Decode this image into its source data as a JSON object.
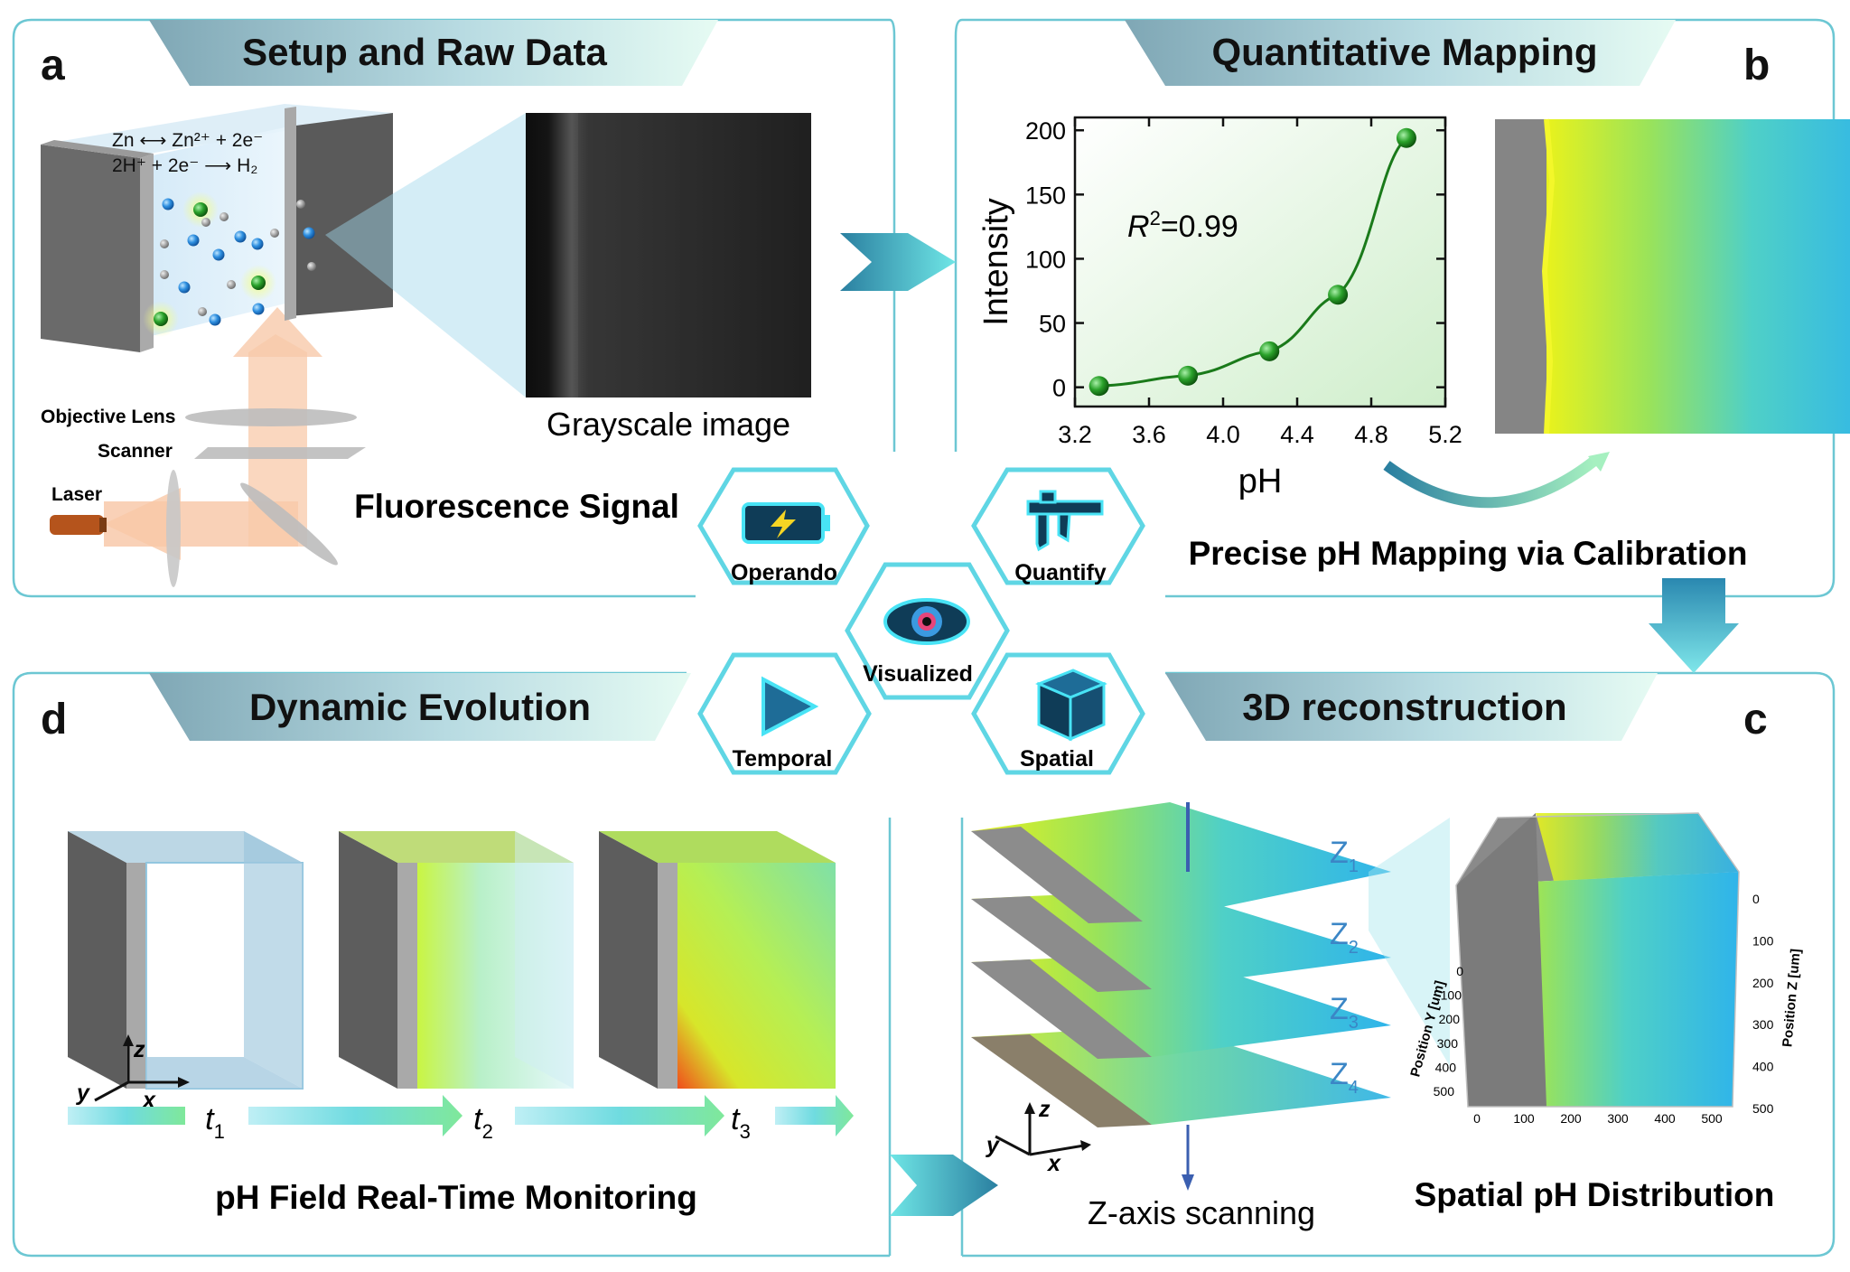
{
  "panels": {
    "a": {
      "letter": "a",
      "title": "Setup and Raw Data",
      "reaction1": "Zn ⟷ Zn²⁺ + 2e⁻",
      "reaction2": "2H⁺ + 2e⁻ ⟶ H₂",
      "objective_lens": "Objective Lens",
      "scanner": "Scanner",
      "laser": "Laser",
      "fluorescence_signal": "Fluorescence Signal",
      "grayscale_caption": "Grayscale image"
    },
    "b": {
      "letter": "b",
      "title": "Quantitative Mapping",
      "caption": "Precise pH Mapping via Calibration"
    },
    "c": {
      "letter": "c",
      "title": "3D reconstruction",
      "z_labels": [
        "Z1",
        "Z2",
        "Z3",
        "Z4"
      ],
      "z_scanning": "Z-axis scanning",
      "axis_labels": {
        "z": "z",
        "y": "y",
        "x": "x"
      },
      "caption": "Spatial pH Distribution",
      "cube_ylabel": "Position Y [um]",
      "cube_zlabel": "Position Z [um]",
      "cube_x_ticks": [
        "0",
        "100",
        "200",
        "300",
        "400",
        "500"
      ],
      "cube_y_ticks": [
        "0",
        "100",
        "200",
        "300",
        "400",
        "500"
      ],
      "cube_z_ticks": [
        "0",
        "100",
        "200",
        "300",
        "400",
        "500"
      ]
    },
    "d": {
      "letter": "d",
      "title": "Dynamic Evolution",
      "axis_labels": {
        "z": "z",
        "y": "y",
        "x": "x"
      },
      "time_labels": [
        "t1",
        "t2",
        "t3"
      ],
      "caption": "pH Field Real-Time Monitoring"
    }
  },
  "hub": {
    "operando": "Operando",
    "quantify": "Quantify",
    "visualized": "Visualized",
    "temporal": "Temporal",
    "spatial": "Spatial"
  },
  "colors": {
    "frame": "#6cc7d3",
    "title_band": "#8bbccc",
    "hex_stroke": "#5fd6e4",
    "point_green": "#1f8a1f",
    "curve_green": "#1a7a1a",
    "ph_yellow": "#e8f026",
    "ph_cyan": "#35b9e9",
    "electrode_gray": "#666666"
  },
  "chart_data": {
    "type": "scatter",
    "title": "",
    "xlabel": "pH",
    "ylabel": "Intensity",
    "annotation": "R2=0.99",
    "xlim": [
      3.2,
      5.2
    ],
    "ylim": [
      -15,
      210
    ],
    "x_ticks": [
      3.2,
      3.6,
      4.0,
      4.4,
      4.8,
      5.2
    ],
    "y_ticks": [
      0,
      50,
      100,
      150,
      200
    ],
    "x_tick_labels": [
      "3.2",
      "3.6",
      "4.0",
      "4.4",
      "4.8",
      "5.2"
    ],
    "y_tick_labels": [
      "0",
      "50",
      "100",
      "150",
      "200"
    ],
    "grid": false,
    "series": [
      {
        "x": [
          3.33,
          3.81,
          4.25,
          4.62,
          4.99
        ],
        "y": [
          1,
          9,
          28,
          72,
          194
        ]
      }
    ],
    "fit": "exponential"
  }
}
